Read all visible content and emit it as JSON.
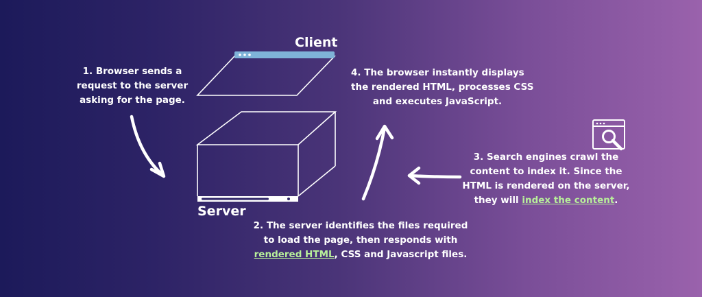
{
  "diagram": {
    "client_label": "Client",
    "server_label": "Server",
    "step1": {
      "lines": [
        "1. Browser sends a",
        "request to the server",
        "asking for the page."
      ]
    },
    "step2": {
      "line1": "2. The server identifies the files required",
      "line2": "to load the page, then responds with",
      "line3_link": "rendered HTML",
      "line3_rest": ", CSS and Javascript files."
    },
    "step3": {
      "line1": "3. Search engines crawl the",
      "line2": "content to index it. Since the",
      "line3": "HTML is rendered on the server,",
      "line4_pre": "they will ",
      "line4_link": "index the content",
      "line4_post": "."
    },
    "step4": {
      "lines": [
        "4. The browser instantly displays",
        "the rendered HTML, processes CSS",
        "and executes JavaScript."
      ]
    },
    "icons": [
      "browser-window-icon",
      "server-box-icon",
      "search-magnifier-icon",
      "curved-arrow-icon",
      "arrow-left-icon"
    ],
    "colors": {
      "link": "#b8f09a",
      "browser_bar": "#7fb3d8",
      "text": "#ffffff"
    }
  }
}
